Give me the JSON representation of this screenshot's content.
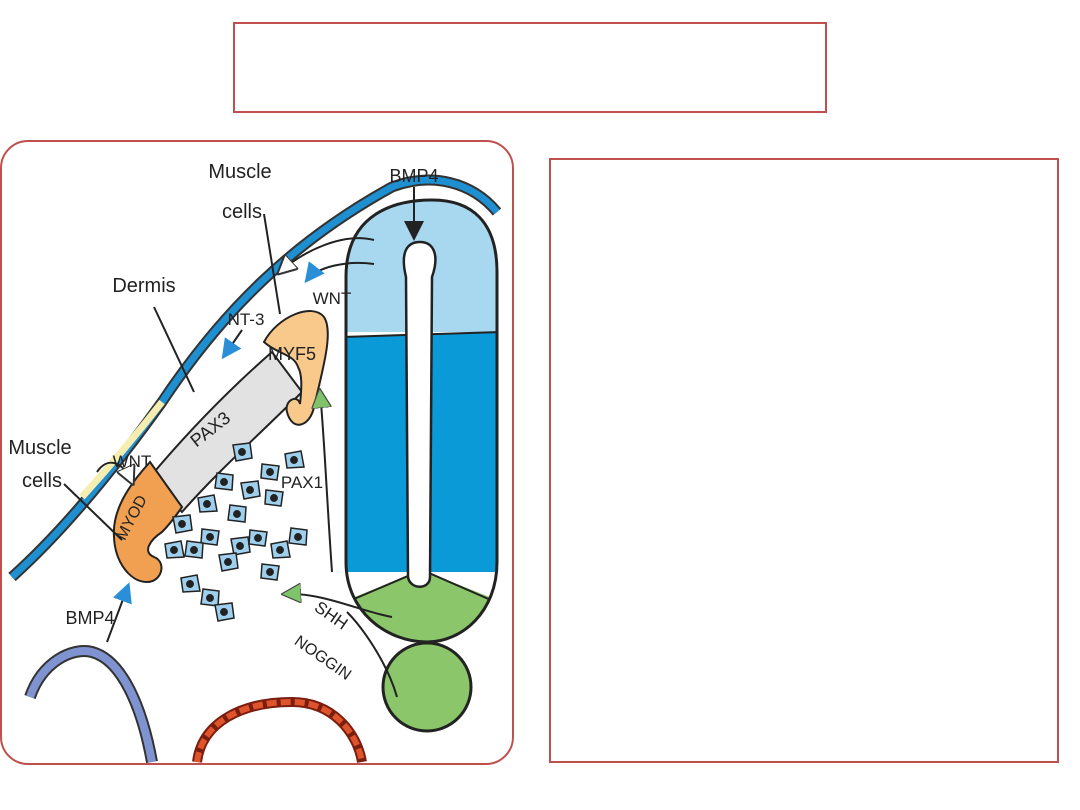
{
  "title_box": {
    "text": ""
  },
  "text_box": {
    "text": ""
  },
  "diagram": {
    "labels": {
      "muscle_cells_top": [
        "Muscle",
        "cells"
      ],
      "bmp4_top": "BMP4",
      "dermis": "Dermis",
      "wnt_right": "WNT",
      "nt3": "NT-3",
      "myf5": "MYF5",
      "pax3": "PAX3",
      "muscle_cells_left": [
        "Muscle",
        "cells"
      ],
      "wnt_left": "WNT",
      "pax1": "PAX1",
      "myod": "MYOD",
      "bmp4_bottom": "BMP4",
      "shh": "SHH",
      "noggin": "NOGGIN"
    },
    "colors": {
      "neural_tube_light": "#a8d8f0",
      "neural_tube_dark": "#0a9ad8",
      "floor_plate": "#8cc66a",
      "notochord": "#8cc66a",
      "myotome": "#f8c98a",
      "myod": "#f0a050",
      "dermatome": "#e2e2e2",
      "ectoderm": "#1e8fd0",
      "ectoderm_light": "#f6eeb0",
      "sclerotome_cell": "#9ed0ee",
      "lateral_plate": "#7f93d0",
      "aorta": "#e0542c",
      "frame_border": "#c0504d"
    }
  }
}
